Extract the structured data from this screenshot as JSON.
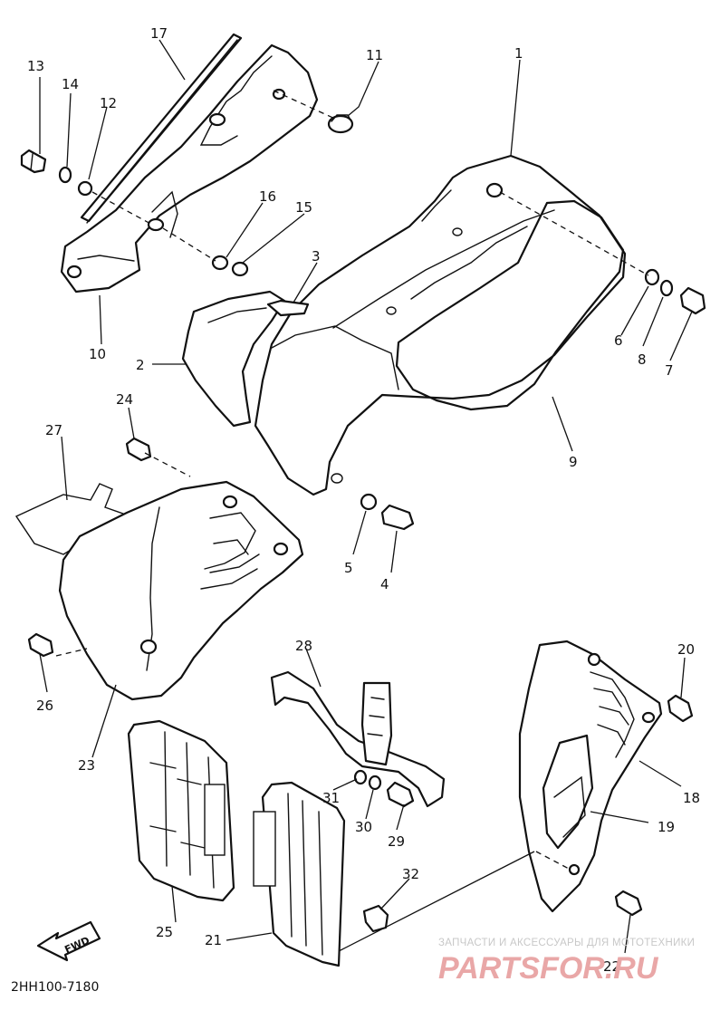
{
  "diagram": {
    "code": "2HH100-7180",
    "fwd_label": "FWD",
    "callouts": [
      {
        "id": "c1",
        "label": "1"
      },
      {
        "id": "c2",
        "label": "2"
      },
      {
        "id": "c3",
        "label": "3"
      },
      {
        "id": "c4",
        "label": "4"
      },
      {
        "id": "c5",
        "label": "5"
      },
      {
        "id": "c6",
        "label": "6"
      },
      {
        "id": "c7",
        "label": "7"
      },
      {
        "id": "c8",
        "label": "8"
      },
      {
        "id": "c9",
        "label": "9"
      },
      {
        "id": "c10",
        "label": "10"
      },
      {
        "id": "c11",
        "label": "11"
      },
      {
        "id": "c12",
        "label": "12"
      },
      {
        "id": "c13",
        "label": "13"
      },
      {
        "id": "c14",
        "label": "14"
      },
      {
        "id": "c15",
        "label": "15"
      },
      {
        "id": "c16",
        "label": "16"
      },
      {
        "id": "c17",
        "label": "17"
      },
      {
        "id": "c18",
        "label": "18"
      },
      {
        "id": "c19",
        "label": "19"
      },
      {
        "id": "c20",
        "label": "20"
      },
      {
        "id": "c21",
        "label": "21"
      },
      {
        "id": "c22",
        "label": "22"
      },
      {
        "id": "c23",
        "label": "23"
      },
      {
        "id": "c24",
        "label": "24"
      },
      {
        "id": "c25",
        "label": "25"
      },
      {
        "id": "c26",
        "label": "26"
      },
      {
        "id": "c27",
        "label": "27"
      },
      {
        "id": "c28",
        "label": "28"
      },
      {
        "id": "c29",
        "label": "29"
      },
      {
        "id": "c30",
        "label": "30"
      },
      {
        "id": "c31",
        "label": "31"
      },
      {
        "id": "c32",
        "label": "32"
      }
    ]
  },
  "watermark": {
    "tagline": "ЗАПЧАСТИ И АКСЕССУАРЫ ДЛЯ МОТОТЕХНИКИ",
    "brand": "PARTSFOR.RU",
    "color": "#e9a7a7"
  }
}
